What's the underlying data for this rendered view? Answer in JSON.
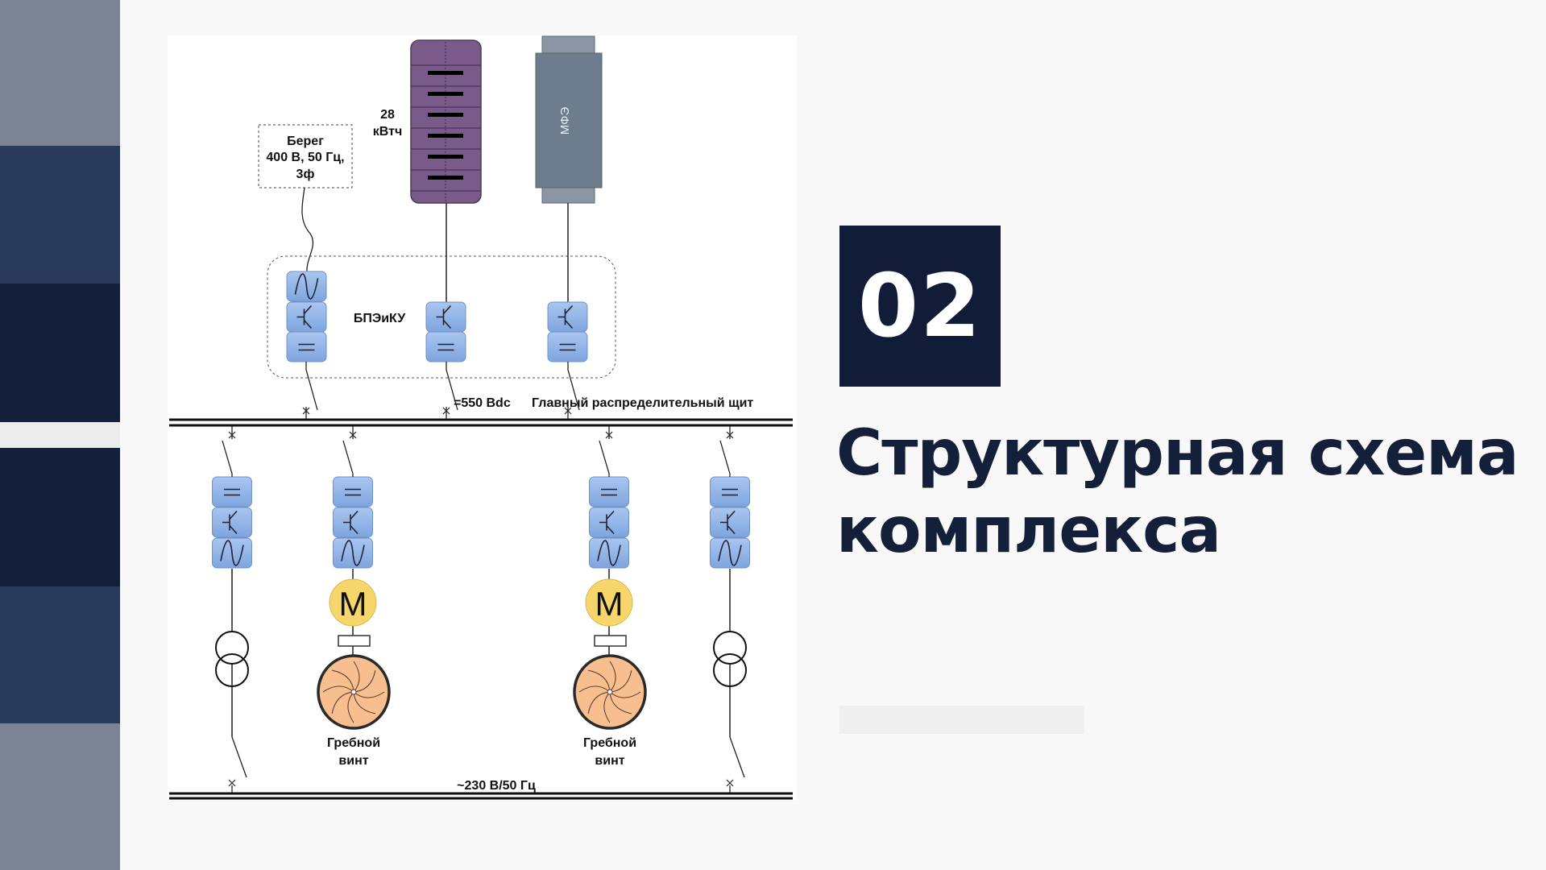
{
  "slide": {
    "number": "02",
    "title_lines": [
      "Структурная схема",
      "комплекса"
    ]
  },
  "diagram": {
    "shore_label": [
      "Берег",
      "400 В, 50 Гц,",
      "3ф"
    ],
    "battery_label": [
      "28",
      "кВтч"
    ],
    "fuel_cell_label": "МФЭ",
    "converter_group_label": "БПЭиКУ",
    "dc_bus_voltage": "=550 Bdc",
    "main_switchboard_label": "Главный распределительный щит",
    "propeller_label": [
      "Гребной",
      "винт"
    ],
    "motor_symbol": "M",
    "ac_bus_label": "~230 В/50 Гц"
  },
  "colors": {
    "navy": "#14203a",
    "battery": "#7a5a8a",
    "fuel_cell": "#6e7d8d",
    "converter": "#8fb3e6",
    "motor": "#f6d66a",
    "propeller": "#f7bf8f"
  }
}
